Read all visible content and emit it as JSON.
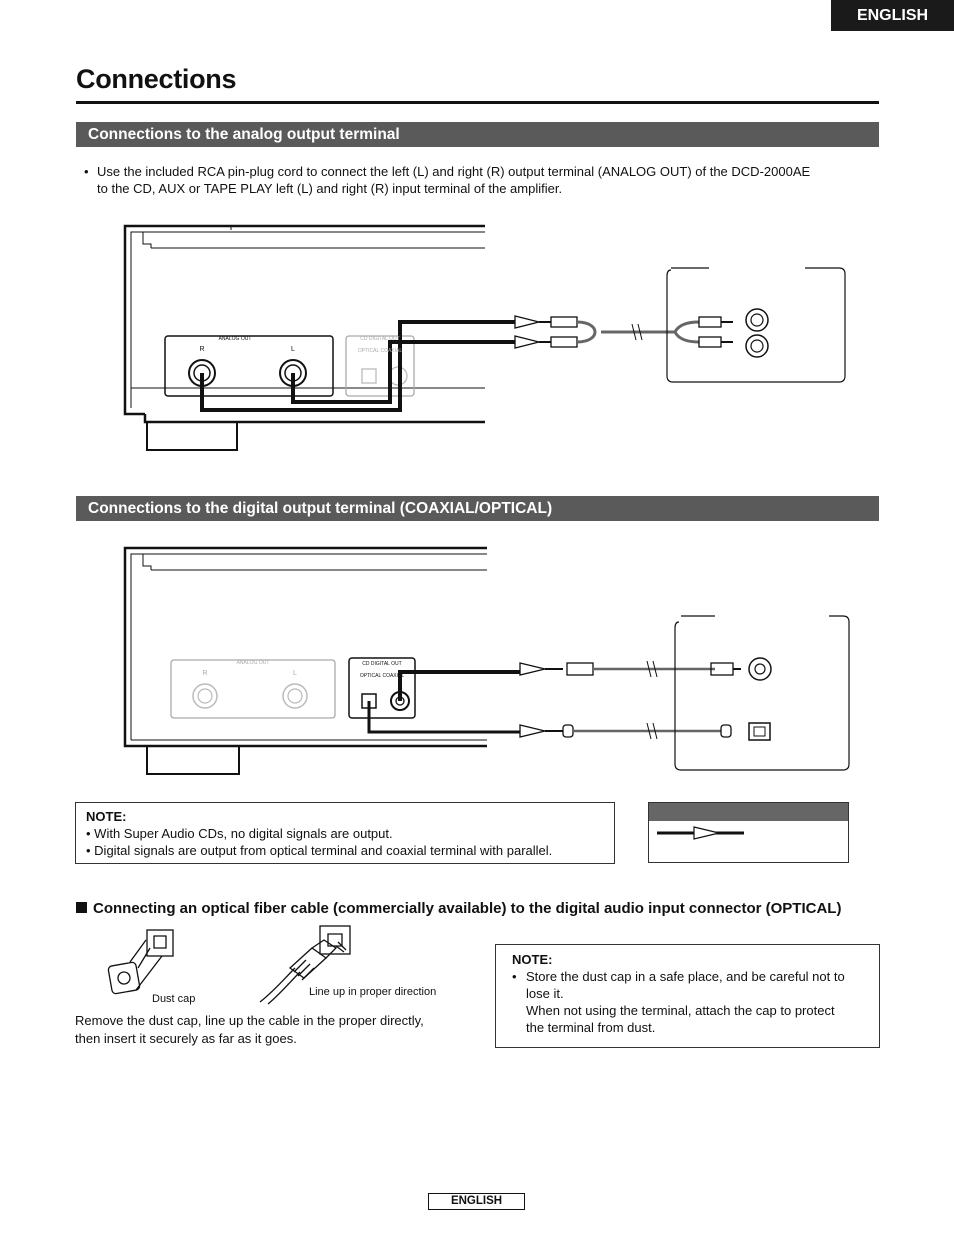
{
  "header": {
    "language_tab": "ENGLISH"
  },
  "title": "Connections",
  "analog_section": {
    "heading": "Connections to the analog output terminal",
    "bullet": "•",
    "text_line1": "Use the included RCA pin-plug cord to connect the left (L) and right (R) output terminal (ANALOG OUT) of the DCD-2000AE",
    "text_line2": "to the CD, AUX or TAPE PLAY left (L) and right (R) input terminal of the amplifier.",
    "panel_label_analog_out": "ANALOG OUT",
    "panel_label_cd_digital_out": "CD DIGITAL OUT",
    "panel_label_optical_coaxial": "OPTICAL  COAXIAL",
    "terminal_r": "R",
    "terminal_l": "L"
  },
  "digital_section": {
    "heading": "Connections to the digital output terminal (COAXIAL/OPTICAL)",
    "panel_label_analog_out": "ANALOG OUT",
    "panel_label_cd_digital_out": "CD DIGITAL OUT",
    "panel_label_optical_coaxial": "OPTICAL  COAXIAL",
    "terminal_r": "R",
    "terminal_l": "L"
  },
  "note_digital": {
    "title": "NOTE:",
    "items": [
      "With Super Audio CDs, no digital signals are output.",
      "Digital signals are output from optical terminal and coaxial terminal with parallel."
    ]
  },
  "optical_section": {
    "heading": "Connecting an optical fiber cable (commercially available) to the digital audio input connector (OPTICAL)",
    "caption_dust_cap": "Dust cap",
    "caption_direction": "Line up in proper direction",
    "body_line1": "Remove the dust cap, line up the cable in the proper directly,",
    "body_line2": "then insert it securely as far as it goes."
  },
  "note_optical": {
    "title": "NOTE:",
    "item_line1": "Store the dust cap in a safe place, and be careful not to",
    "item_line2": "lose it.",
    "item_line3": "When not using the terminal, attach the cap to protect",
    "item_line4": "the terminal from dust."
  },
  "footer": {
    "language": "ENGLISH"
  }
}
